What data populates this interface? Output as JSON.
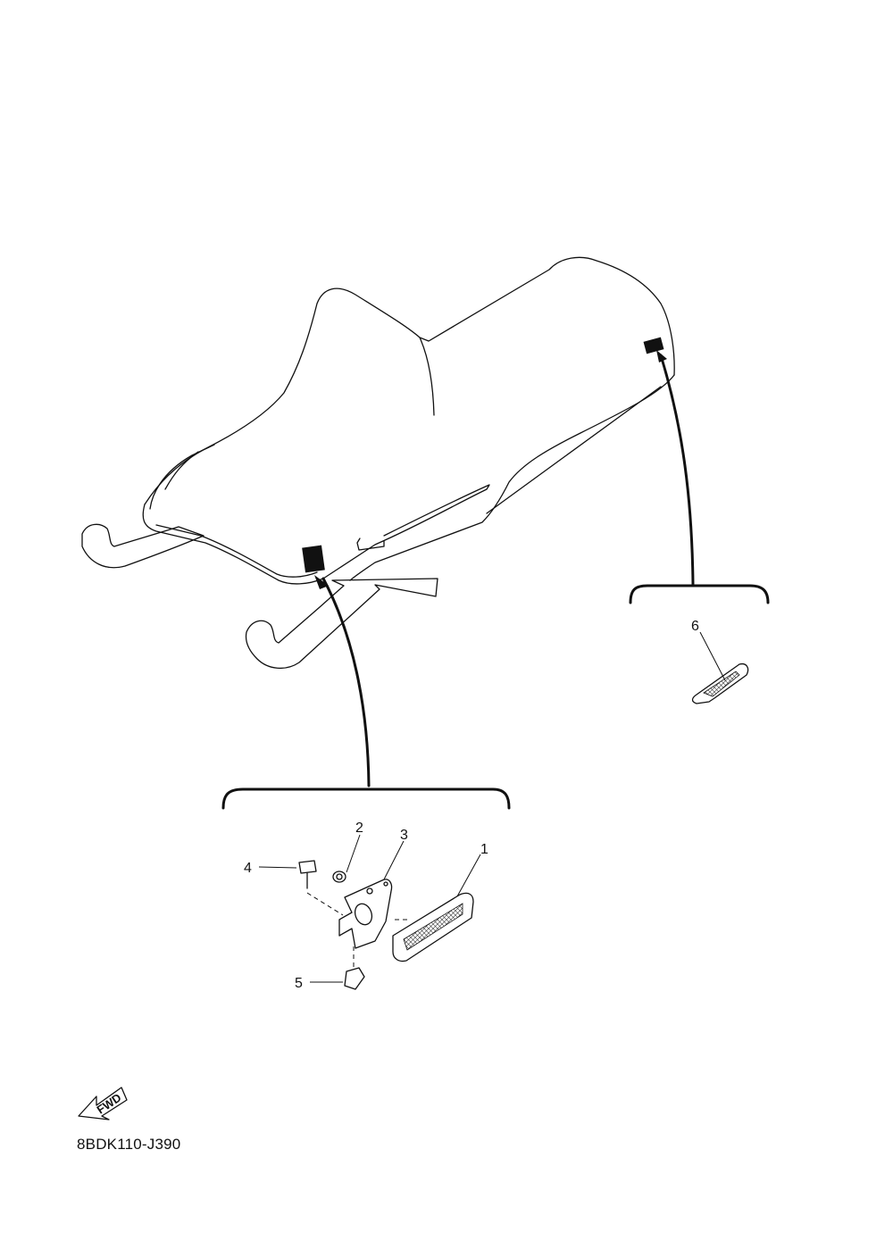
{
  "parts_diagram": {
    "callouts": [
      {
        "id": "1",
        "label": "1"
      },
      {
        "id": "2",
        "label": "2"
      },
      {
        "id": "3",
        "label": "3"
      },
      {
        "id": "4",
        "label": "4"
      },
      {
        "id": "5",
        "label": "5"
      },
      {
        "id": "6",
        "label": "6"
      }
    ],
    "direction_marker": "FWD",
    "diagram_code": "8BDK110-J390"
  }
}
